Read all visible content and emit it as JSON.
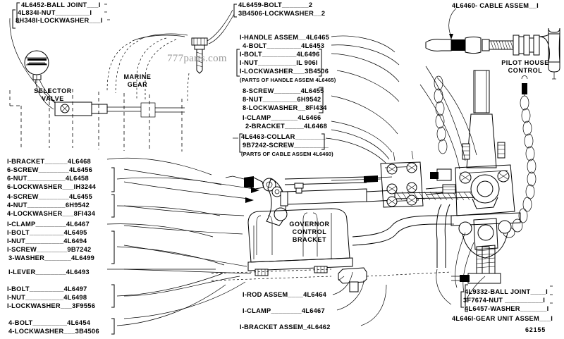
{
  "figure": {
    "number": "62155",
    "watermark": "777parts.com"
  },
  "callouts": {
    "selector_valve": "SELECTOR\nVALVE",
    "marine_gear": "MARINE\nGEAR",
    "pilot_house_control": "PILOT HOUSE\nCONTROL",
    "governor_control_bracket": "GOVERNOR\nCONTROL\nBRACKET"
  },
  "blocks": {
    "top_left": {
      "lines": [
        "4L6452-BALL JOINT___I",
        "4L834I-NUT_________I",
        "8H348I-LOCKWASHER___I"
      ]
    },
    "top_center": {
      "lines": [
        "4L6459-BOLT_______2",
        "3B4506-LOCKWASHER__2"
      ]
    },
    "top_right": {
      "lines": [
        "4L6460- CABLE ASSEM__I"
      ]
    },
    "center": {
      "lines": [
        "I-HANDLE ASSEM__4L6465",
        "4-BOLT_________4L6453",
        "I-BOLT_________4L6496",
        "I-NUT__________IL 906I",
        "I-LOCKWASHER___3B4506",
        "(PARTS OF HANDLE ASSEM 4L6465)",
        "8-SCREW_______4L6455",
        "8-NUT_________6H9542",
        "8-LOCKWASHER__8FI434",
        "I-CLAMP_______4L6466",
        "2-BRACKET_____4L6468",
        "4L6463-COLLAR________",
        "9B7242-SCREW_________",
        "(PARTS OF CABLE ASSEM 4L6460)"
      ],
      "note_indexes": [
        5,
        13
      ]
    },
    "left": {
      "lines": [
        "I-BRACKET______4L6468",
        "6-SCREW________4L6456",
        "6-NUT__________4L6458",
        "6-LOCKWASHER___IH3244",
        "4-SCREW________4L6455",
        "4-NUT__________6H9542",
        "4-LOCKWASHER___8FI434",
        "I-CLAMP________4L6467",
        "I-BOLT_________4L6495",
        "I-NUT__________4L6494",
        "I-SCREW________9B7242",
        "3-WASHER_______4L6499",
        "I-LEVER________4L6493",
        "I-BOLT_________4L6497",
        "I-NUT__________4L6498",
        "I-LOCKWASHER___3F9556",
        "4-BOLT_________4L6454",
        "4-LOCKWASHER___3B4506"
      ]
    },
    "bottom_center": {
      "lines": [
        "I-ROD ASSEM____4L6464",
        "I-CLAMP________4L6467",
        "I-BRACKET ASSEM_4L6462"
      ]
    },
    "bottom_right": {
      "lines": [
        "4L9332-BALL JOINT____I",
        "3F7674-NUT __________I",
        "4L6457-WASHER_______I",
        "4L646I-GEAR UNIT ASSEM___I"
      ]
    }
  },
  "colors": {
    "ink": "#000000",
    "paper": "#ffffff",
    "watermark": "#9a9a9a"
  }
}
